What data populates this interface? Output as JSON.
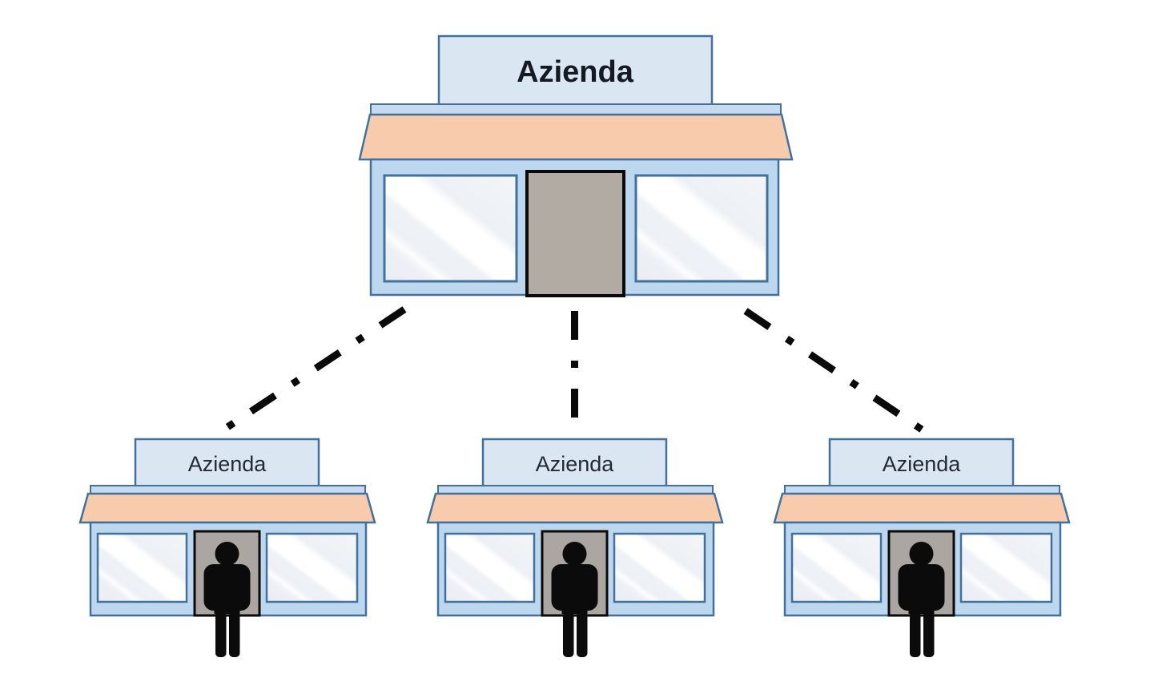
{
  "diagram": {
    "hq": {
      "label": "Azienda"
    },
    "branches": [
      {
        "label": "Azienda"
      },
      {
        "label": "Azienda"
      },
      {
        "label": "Azienda"
      }
    ],
    "connector_style": "dash-dot",
    "palette": {
      "page_bg": "#ffffff",
      "border_blue": "#41719c",
      "sign_fill": "#dbe6f3",
      "ledge_fill": "#c8daf0",
      "body_fill": "#bdd7ee",
      "awning_fill": "#f8cbad",
      "window_fill": "#edf1f5",
      "window_glare": "#ffffff",
      "door_hq_fill": "#b2aba4",
      "door_branch_fill": "#aba6a2",
      "door_stroke": "#0a0a0a",
      "person_fill": "#0b0b0c",
      "connector_color": "#0a0a0a",
      "label_strong": "#151922",
      "label": "#232936"
    }
  }
}
